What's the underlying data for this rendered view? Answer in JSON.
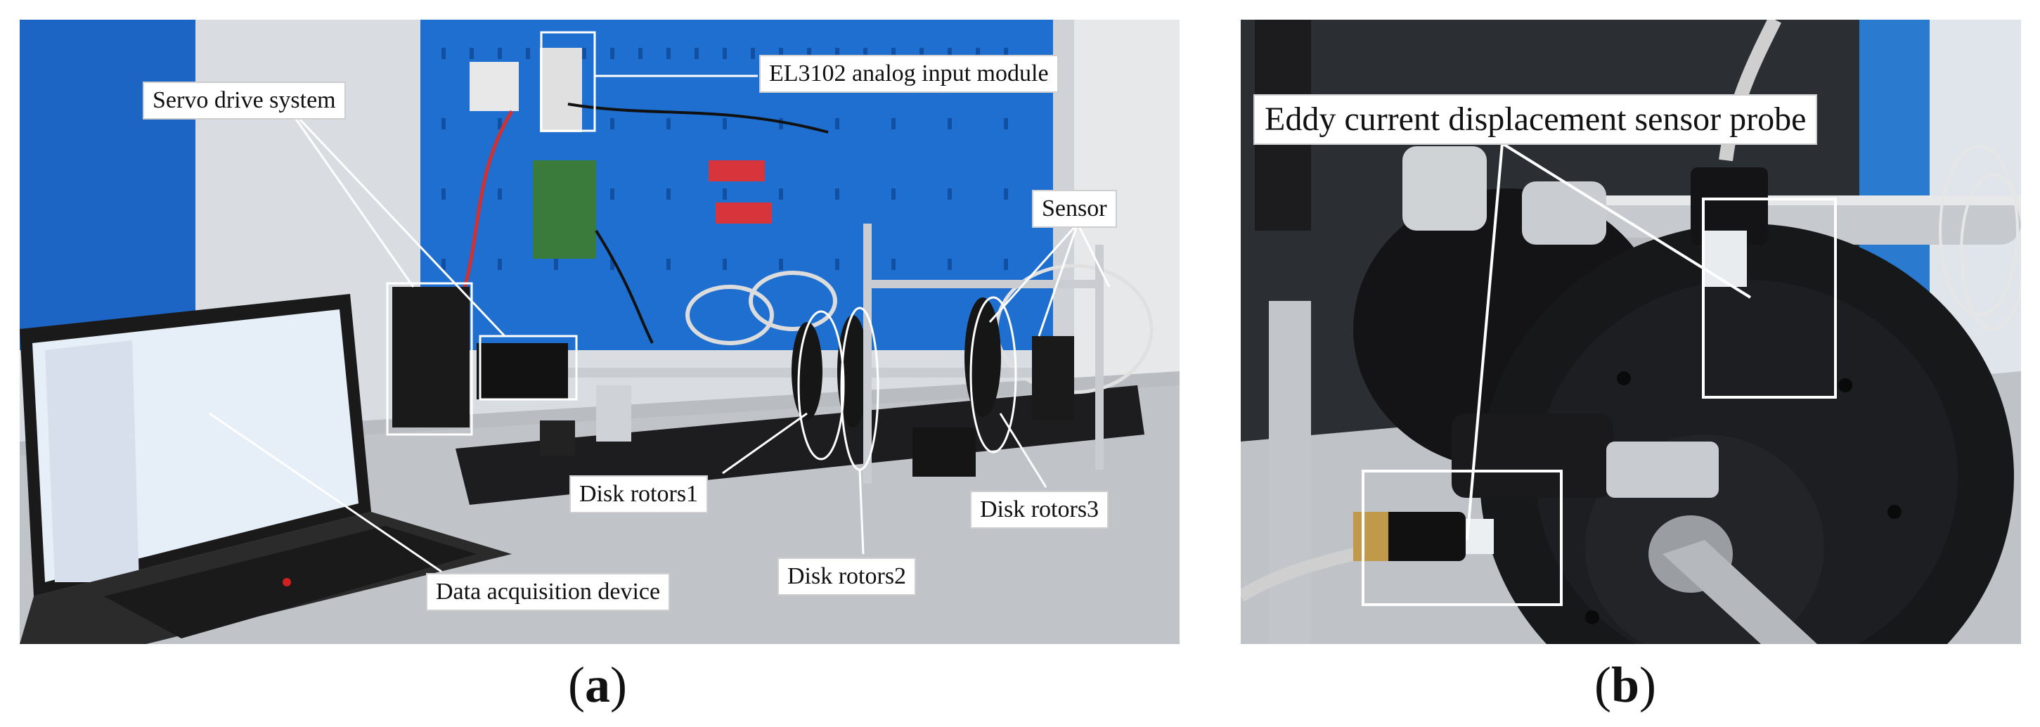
{
  "panel_a": {
    "caption": {
      "open": "(",
      "letter": "a",
      "close": ")"
    },
    "labels": {
      "servo_drive": "Servo drive system",
      "el3102": "EL3102 analog input module",
      "sensor": "Sensor",
      "disk1": "Disk rotors1",
      "disk2": "Disk rotors2",
      "disk3": "Disk rotors3",
      "daq": "Data acquisition device"
    }
  },
  "panel_b": {
    "caption": {
      "open": "(",
      "letter": "b",
      "close": ")"
    },
    "labels": {
      "probe": "Eddy current displacement sensor probe"
    }
  },
  "colors": {
    "pegboard": "#1f6fd0",
    "bench": "#bfc3c8",
    "rotor": "#151515",
    "rod": "#c9ccd0",
    "annotation": "#ffffff"
  }
}
